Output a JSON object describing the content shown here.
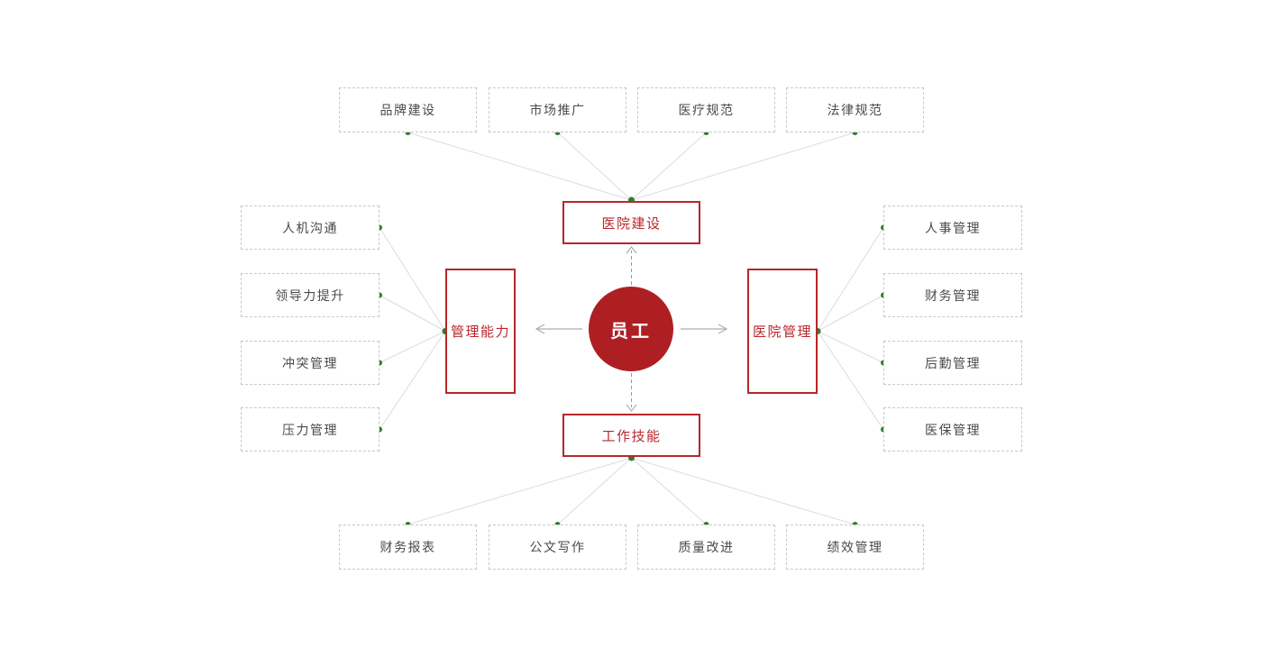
{
  "diagram": {
    "center": {
      "label": "员工"
    },
    "hubs": {
      "top": {
        "label": "医院建设"
      },
      "left": {
        "label": "管理能力"
      },
      "right": {
        "label": "医院管理"
      },
      "bottom": {
        "label": "工作技能"
      }
    },
    "top_items": [
      {
        "label": "品牌建设"
      },
      {
        "label": "市场推广"
      },
      {
        "label": "医疗规范"
      },
      {
        "label": "法律规范"
      }
    ],
    "left_items": [
      {
        "label": "人机沟通"
      },
      {
        "label": "领导力提升"
      },
      {
        "label": "冲突管理"
      },
      {
        "label": "压力管理"
      }
    ],
    "right_items": [
      {
        "label": "人事管理"
      },
      {
        "label": "财务管理"
      },
      {
        "label": "后勤管理"
      },
      {
        "label": "医保管理"
      }
    ],
    "bottom_items": [
      {
        "label": "财务报表"
      },
      {
        "label": "公文写作"
      },
      {
        "label": "质量改进"
      },
      {
        "label": "绩效管理"
      }
    ]
  },
  "colors": {
    "accent_red": "#ae1f24",
    "border_red": "#b8262b",
    "dot_green": "#2e7d32",
    "line_gray": "#dcdcdc",
    "arrow_gray": "#999999",
    "dashed_border_gray": "#c8c8c8",
    "text_gray": "#4a4a4a"
  }
}
